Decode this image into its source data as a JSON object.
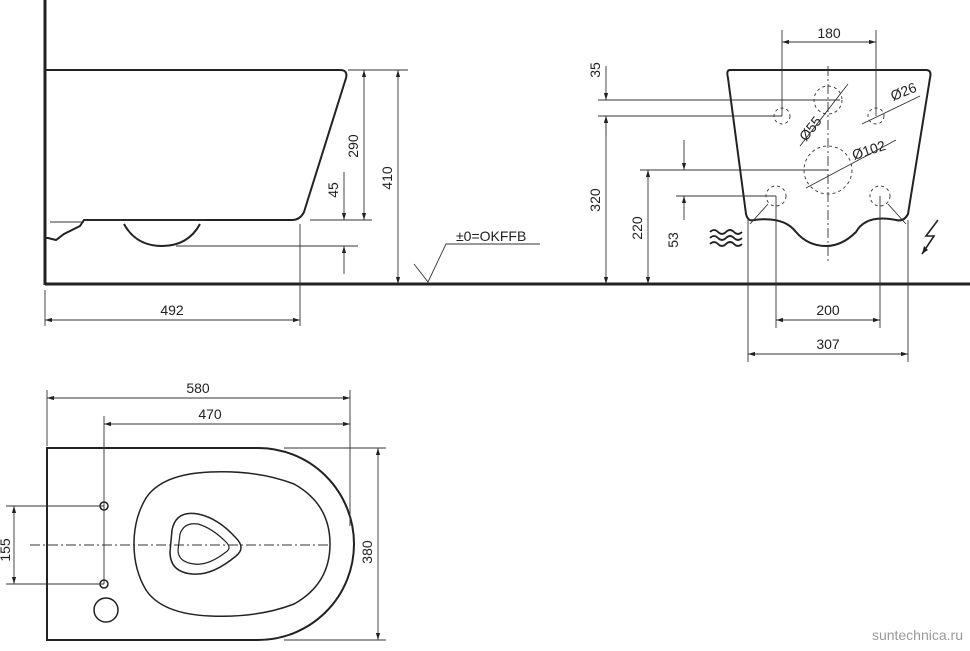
{
  "side_view": {
    "dim_height_total": "410",
    "dim_height_bowl": "290",
    "dim_outlet_height": "45",
    "dim_depth": "492",
    "floor_reference": "±0=OKFFB"
  },
  "rear_view": {
    "dim_hole_spacing_top": "180",
    "dim_top_offset": "35",
    "dim_hole_height": "320",
    "dim_water_height": "220",
    "dim_outlet_offset": "53",
    "dim_bolt_hole": "Ø26",
    "dim_flush_inlet": "Ø55",
    "dim_outlet": "Ø102",
    "dim_lower_spacing": "200",
    "dim_width_base": "307",
    "water_icon": "water-waves-icon",
    "power_icon": "electric-bolt-icon"
  },
  "top_view": {
    "dim_length_total": "580",
    "dim_bolt_distance": "470",
    "dim_width": "380",
    "dim_bolt_spacing": "155"
  },
  "watermark": "suntechnica.ru"
}
